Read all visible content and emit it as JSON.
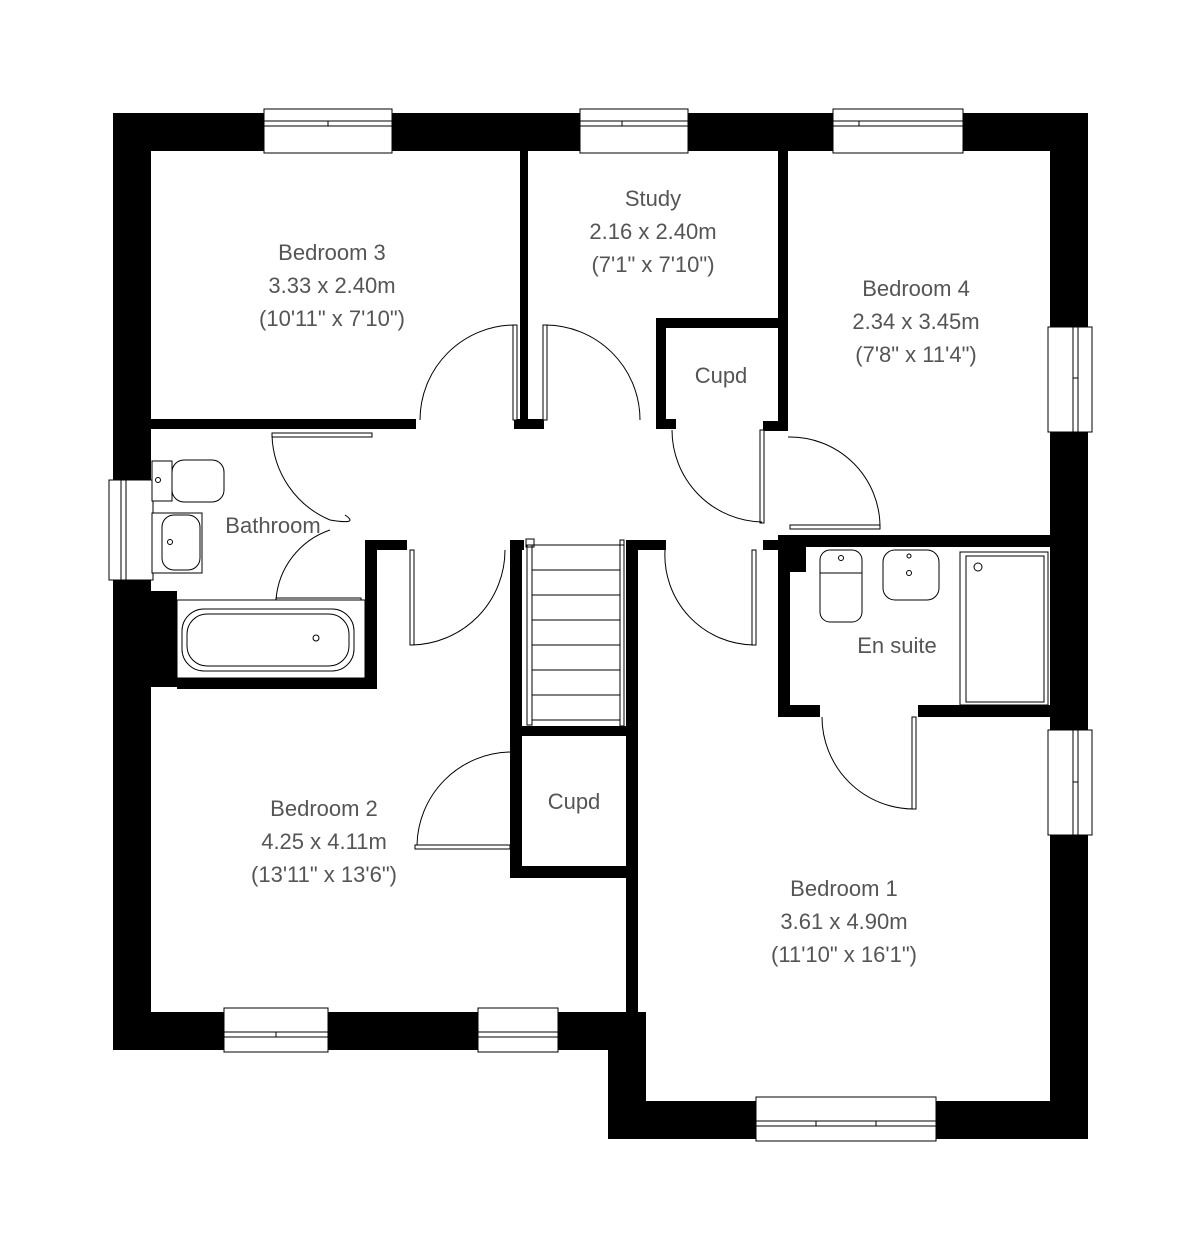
{
  "plan": {
    "type": "floor-plan",
    "colors": {
      "wall": "#000000",
      "background": "#ffffff",
      "label": "#555555",
      "fixture_line": "#000000"
    }
  },
  "rooms": {
    "bedroom3": {
      "name": "Bedroom 3",
      "metric": "3.33 x 2.40m",
      "imperial": "(10'11\" x 7'10\")"
    },
    "study": {
      "name": "Study",
      "metric": "2.16 x 2.40m",
      "imperial": "(7'1\" x 7'10\")"
    },
    "bedroom4": {
      "name": "Bedroom 4",
      "metric": "2.34 x 3.45m",
      "imperial": "(7'8\" x 11'4\")"
    },
    "cupd_upper": {
      "name": "Cupd"
    },
    "bathroom": {
      "name": "Bathroom"
    },
    "ensuite": {
      "name": "En suite"
    },
    "bedroom2": {
      "name": "Bedroom 2",
      "metric": "4.25 x 4.11m",
      "imperial": "(13'11\" x 13'6\")"
    },
    "cupd_lower": {
      "name": "Cupd"
    },
    "bedroom1": {
      "name": "Bedroom 1",
      "metric": "3.61 x 4.90m",
      "imperial": "(11'10\" x 16'1\")"
    }
  }
}
